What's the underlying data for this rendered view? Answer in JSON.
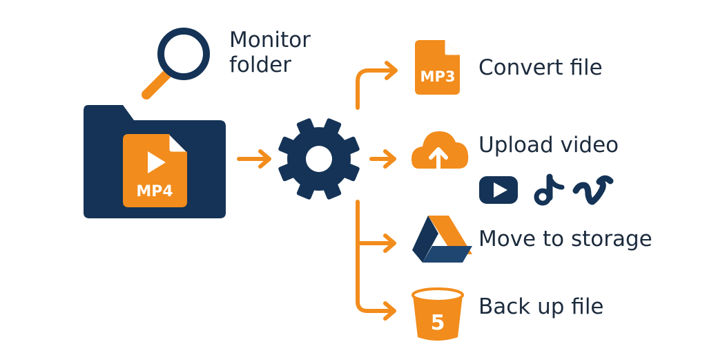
{
  "colors": {
    "navy": "#143356",
    "orange": "#f28c1c",
    "text": "#1c2b3d",
    "white": "#ffffff"
  },
  "source": {
    "label": "Monitor folder",
    "label_line1": "Monitor",
    "label_line2": "folder",
    "file_badge": "MP4",
    "icons": [
      "magnifier-icon",
      "folder-icon",
      "video-file-icon",
      "play-icon"
    ]
  },
  "processor": {
    "icon": "gear-icon"
  },
  "actions": [
    {
      "id": "convert",
      "label": "Convert file",
      "icon": "mp3-file-icon",
      "badge": "MP3"
    },
    {
      "id": "upload",
      "label": "Upload video",
      "icon": "cloud-upload-icon",
      "platforms": [
        "youtube-icon",
        "tiktok-icon",
        "vimeo-icon"
      ]
    },
    {
      "id": "storage",
      "label": "Move to storage",
      "icon": "google-drive-icon"
    },
    {
      "id": "backup",
      "label": "Back up file",
      "icon": "s3-bucket-icon",
      "badge": "5"
    }
  ]
}
